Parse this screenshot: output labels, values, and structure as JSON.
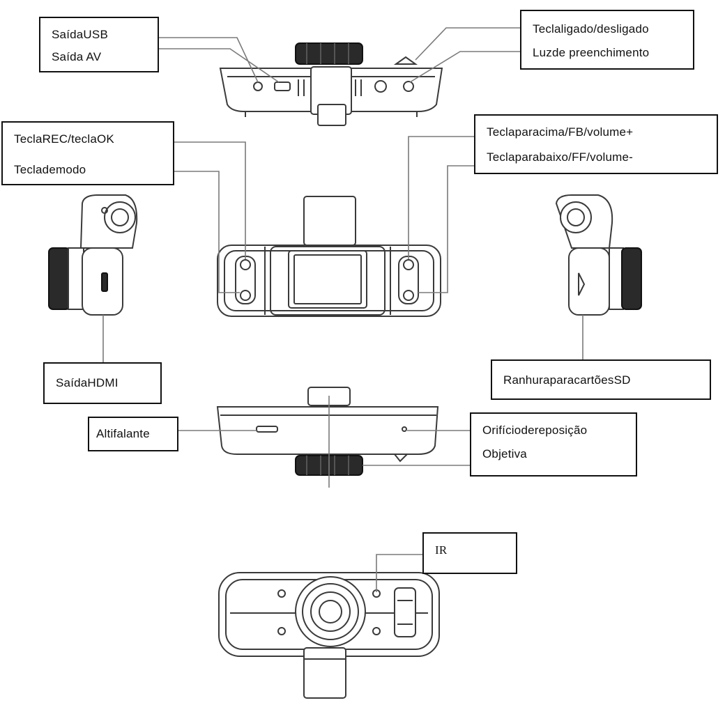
{
  "colors": {
    "ink": "#111111",
    "line": "#7a7a7a",
    "dark_part": "#2a2a2a",
    "background": "#ffffff"
  },
  "labels": {
    "usb_out": "SaídaUSB",
    "av_out": "Saída AV",
    "power_key": "Teclaligado/desligado",
    "fill_light": "Luzde  preenchimento",
    "rec_ok_key": "TeclaREC/teclaOK",
    "mode_key": "Teclademodo",
    "up_key": "Teclaparacima/FB/volume+",
    "down_key": "Teclaparabaixo/FF/volume-",
    "hdmi_out": "SaídaHDMI",
    "sd_slot": "RanhuraparacartõesSD",
    "speaker": "Altifalante",
    "reset_hole": "Orifíciodereposição",
    "lens": "Objetiva",
    "ir": "IR"
  }
}
